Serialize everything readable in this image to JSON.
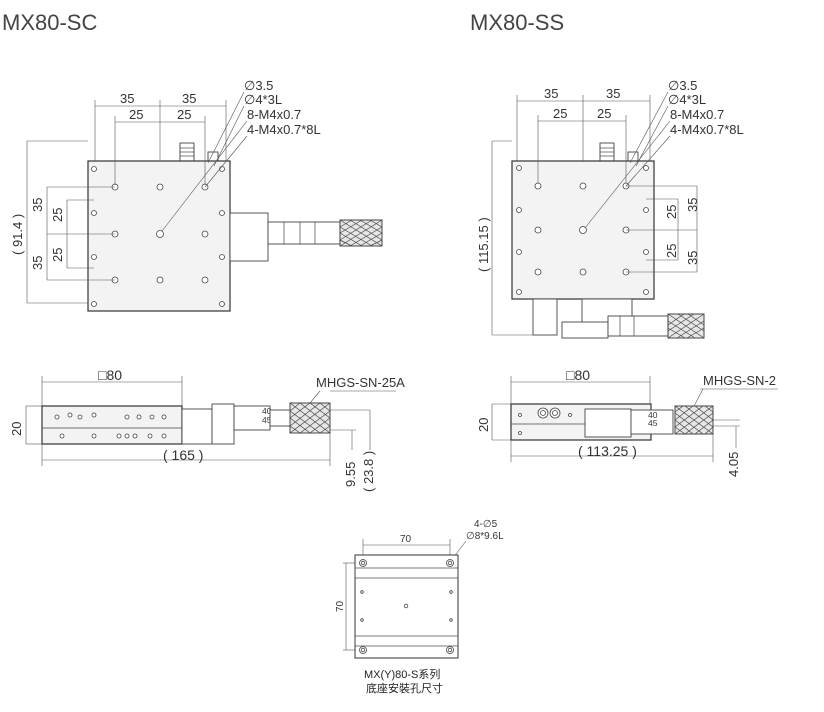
{
  "views": {
    "sc": {
      "title": "MX80-SC",
      "top": {
        "dim_35_left": "35",
        "dim_35_right": "35",
        "dim_25_left": "25",
        "dim_25_right": "25",
        "callout_1": "∅3.5",
        "callout_2": "∅4*3L",
        "callout_3": "8-M4x0.7",
        "callout_4": "4-M4x0.7*8L",
        "side_35_upper": "35",
        "side_25_upper": "25",
        "side_91_4": "( 91.4 )",
        "side_35_lower": "35",
        "side_25_lower": "25"
      },
      "side": {
        "dim_80": "□80",
        "micrometer": "MHGS-SN-25A",
        "height_20": "20",
        "length_165": "( 165 )",
        "dim_9_55": "9.55",
        "dim_23_8": "( 23.8 )"
      }
    },
    "ss": {
      "title": "MX80-SS",
      "top": {
        "dim_35_left": "35",
        "dim_35_right": "35",
        "dim_25_left": "25",
        "dim_25_right": "25",
        "callout_1": "∅3.5",
        "callout_2": "∅4*3L",
        "callout_3": "8-M4x0.7",
        "callout_4": "4-M4x0.7*8L",
        "side_115_15": "( 115.15 )",
        "side_25_upper": "25",
        "side_35_upper": "35",
        "side_25_lower": "25",
        "side_35_lower": "35"
      },
      "side": {
        "dim_80": "□80",
        "micrometer": "MHGS-SN-2",
        "height_20": "20",
        "length_113_25": "( 113.25 )",
        "dim_4_05": "4.05"
      }
    },
    "base": {
      "dim_70_top": "70",
      "dim_70_side": "70",
      "callout_1": "4-∅5",
      "callout_2": "∅8*9.6L",
      "caption_1": "MX(Y)80-S系列",
      "caption_2": "底座安裝孔尺寸"
    }
  }
}
